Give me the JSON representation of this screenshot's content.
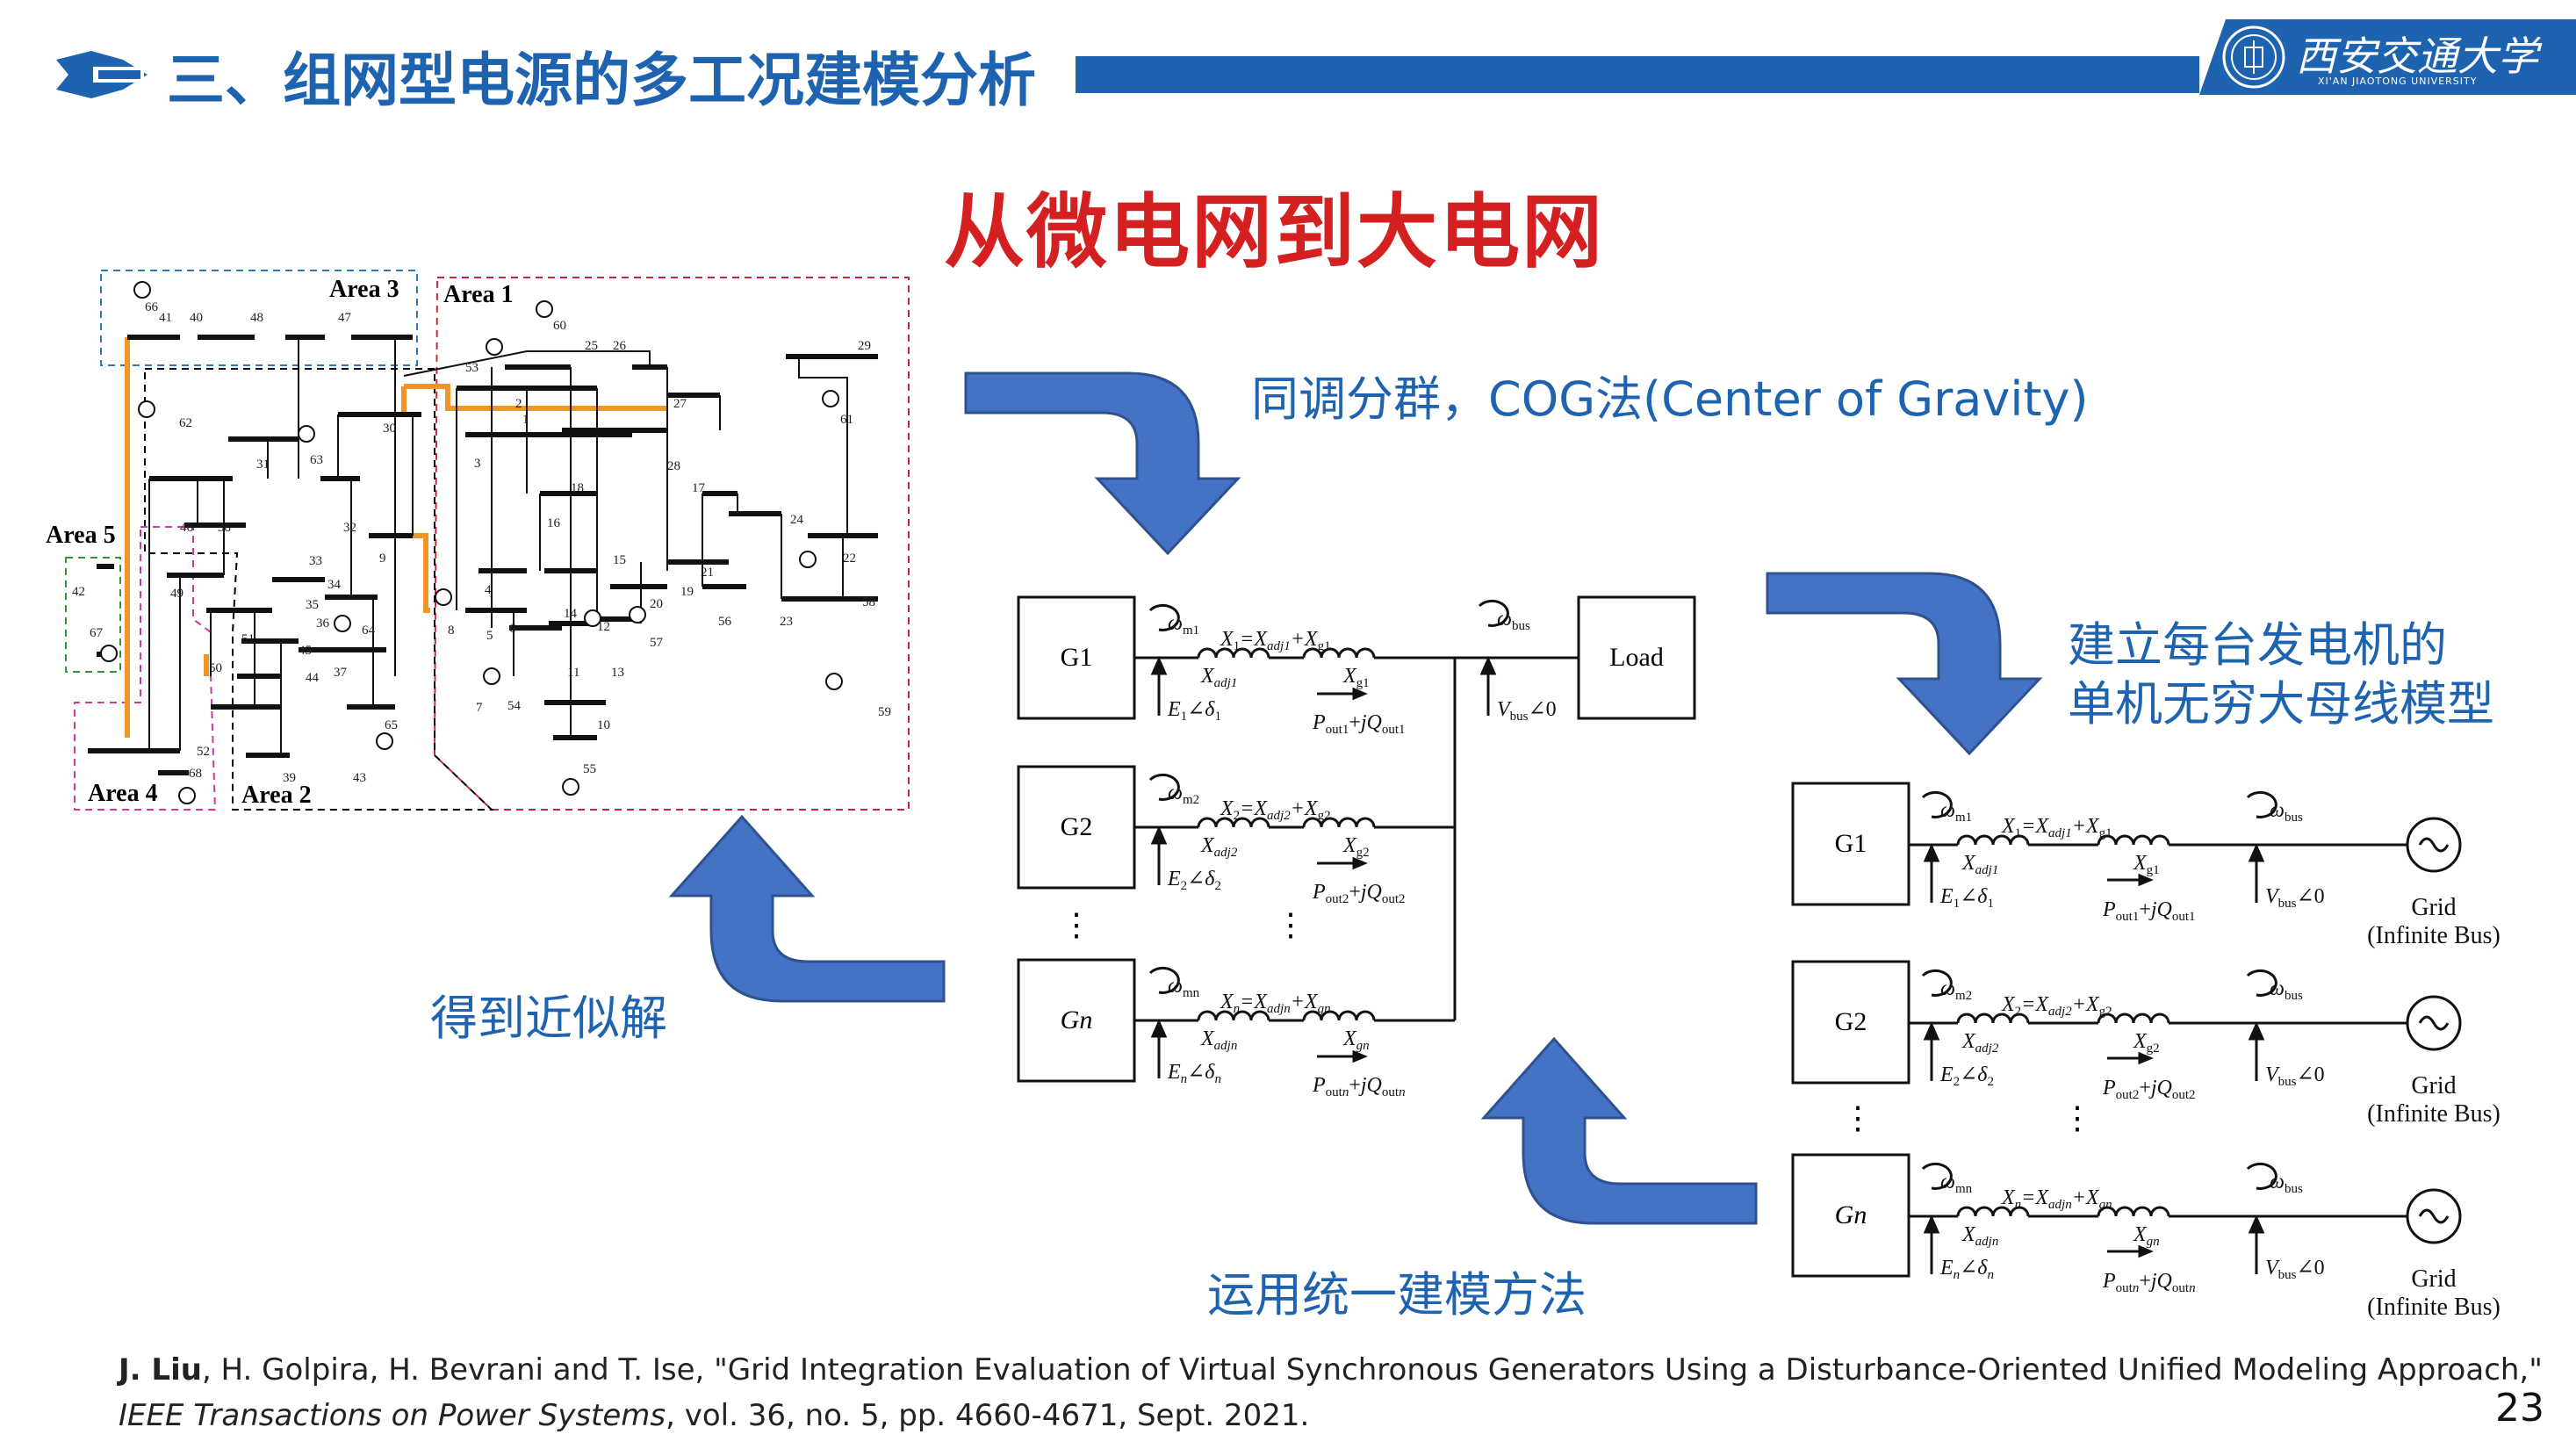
{
  "header": {
    "section_title": "三、组网型电源的多工况建模分析",
    "university_cn": "西安交通大学",
    "university_en": "XI'AN JIAOTONG UNIVERSITY",
    "brand_color": "#1e63b0"
  },
  "main_title": "从微电网到大电网",
  "flow_labels": {
    "cog": "同调分群，COG法(Center of Gravity)",
    "infinite_bus": [
      "建立每台发电机的",
      "单机无穷大母线模型"
    ],
    "unified": "运用统一建模方法",
    "approx": "得到近似解"
  },
  "network_areas": [
    "Area 1",
    "Area 2",
    "Area 3",
    "Area 4",
    "Area 5"
  ],
  "load_diagram": {
    "generators": [
      "G1",
      "G2",
      "Gn"
    ],
    "load": "Load",
    "dots": "⋮"
  },
  "infinite_diagram": {
    "generators": [
      "G1",
      "G2",
      "Gn"
    ],
    "grid": "Grid",
    "grid_note": "(Infinite Bus)",
    "dots": "⋮"
  },
  "reference": {
    "authors_bold": "J. Liu",
    "line1_rest": ", H. Golpira, H. Bevrani and T. Ise, \"Grid Integration Evaluation of Virtual Synchronous Generators Using a Disturbance-Oriented Unified Modeling Approach,\"",
    "journal": "IEEE Transactions on Power Systems",
    "details": ", vol. 36, no. 5, pp. 4660-4671, Sept. 2021."
  },
  "page_number": "23"
}
